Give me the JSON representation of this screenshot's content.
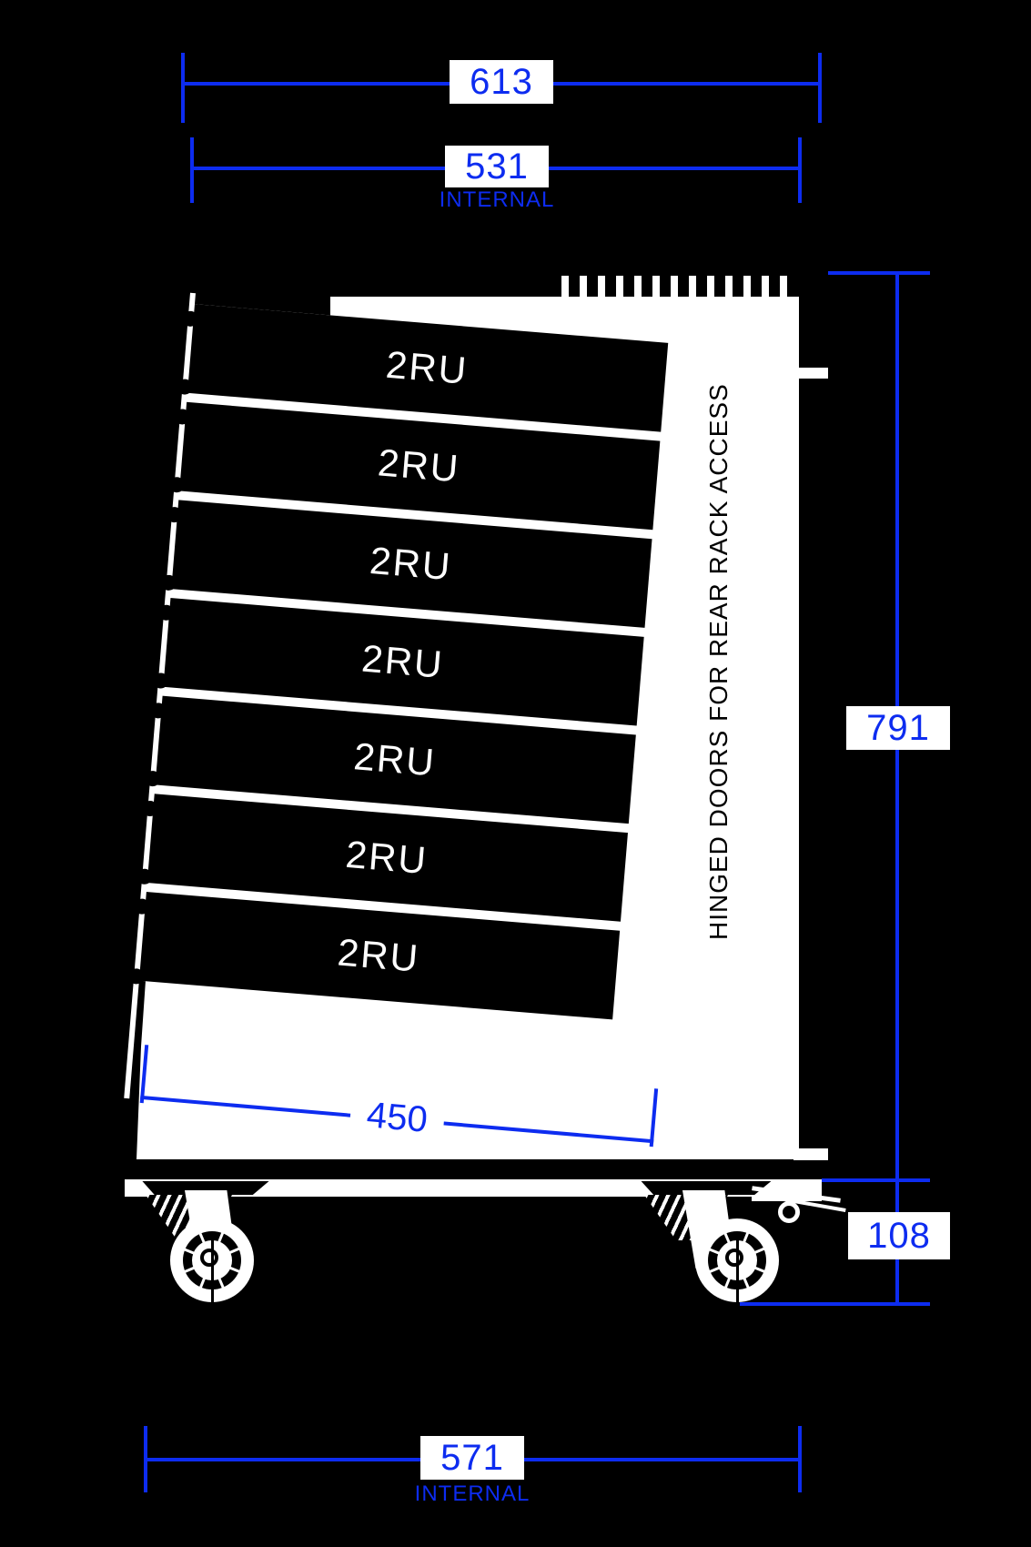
{
  "dimensions": {
    "external_width": "613",
    "internal_width": "531",
    "internal_label": "INTERNAL",
    "overall_height": "791",
    "caster_height": "108",
    "rack_opening": "450",
    "base_internal_width": "571"
  },
  "rack": {
    "panels": [
      {
        "label": "2RU"
      },
      {
        "label": "2RU"
      },
      {
        "label": "2RU"
      },
      {
        "label": "2RU"
      },
      {
        "label": "2RU"
      },
      {
        "label": "2RU"
      },
      {
        "label": "2RU"
      }
    ]
  },
  "door_note": "HINGED DOORS FOR REAR RACK ACCESS",
  "colors": {
    "dimension_blue": "#0d2cf0",
    "line_white": "#ffffff",
    "background": "#000000"
  }
}
